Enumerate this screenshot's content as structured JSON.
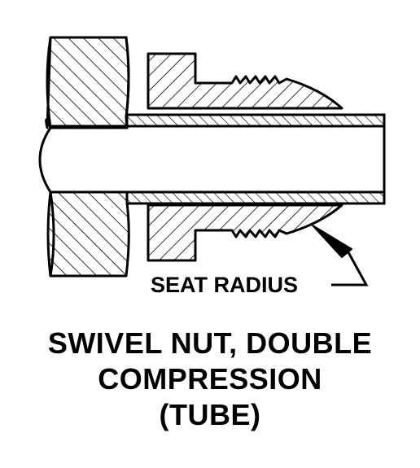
{
  "callout": {
    "seat_radius": "SEAT RADIUS"
  },
  "caption": {
    "line1": "SWIVEL NUT, DOUBLE",
    "line2": "COMPRESSION",
    "line3": "(TUBE)"
  },
  "colors": {
    "ink": "#000000",
    "paper": "#ffffff"
  }
}
